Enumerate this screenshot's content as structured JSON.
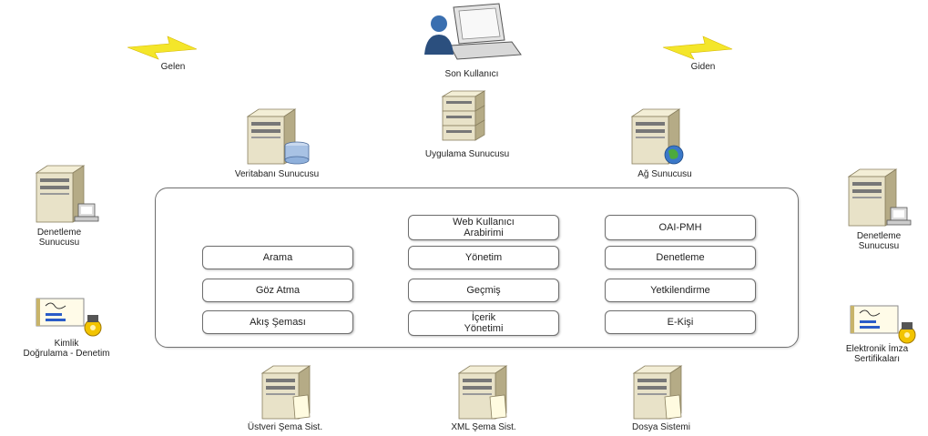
{
  "nodes": {
    "gelen": "Gelen",
    "giden": "Giden",
    "son_kullanici": "Son Kullanıcı",
    "veritabani": "Veritabanı Sunucusu",
    "uygulama": "Uygulama Sunucusu",
    "ag": "Ağ Sunucusu",
    "denetleme_left": "Denetleme\nSunucusu",
    "denetleme_right": "Denetleme\nSunucusu",
    "kimlik": "Kimlik\nDoğrulama - Denetim",
    "imza": "Elektronik İmza\nSertifikaları",
    "ustveri": "Üstveri Şema Sist.",
    "xml": "XML Şema Sist.",
    "dosya": "Dosya Sistemi"
  },
  "modules": {
    "web": "Web Kullanıcı\nArabirimi",
    "oai": "OAI-PMH",
    "arama": "Arama",
    "yonetim": "Yönetim",
    "denetleme": "Denetleme",
    "goz_atma": "Göz Atma",
    "gecmis": "Geçmiş",
    "yetkilendirme": "Yetkilendirme",
    "akis": "Akış Şeması",
    "icerik": "İçerik\nYönetimi",
    "ekisi": "E-Kişi"
  },
  "colors": {
    "server_body": "#e8e2c8",
    "server_dark": "#b5ab86",
    "lightning": "#f4e62a",
    "panel_border": "#707070"
  },
  "icons": [
    "lightning-icon",
    "user-computer-icon",
    "server-icon",
    "database-icon",
    "globe-icon",
    "certificate-icon"
  ]
}
